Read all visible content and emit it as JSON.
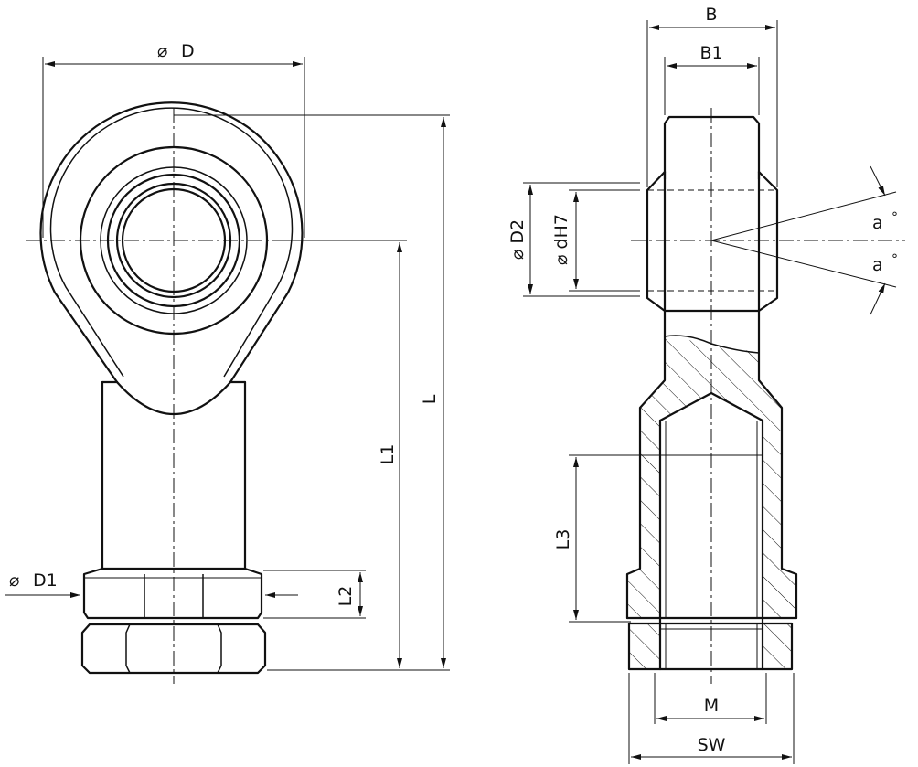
{
  "dimensions": {
    "diameter_d": "D",
    "diameter_d1": "D1",
    "diameter_d2": "D2",
    "bore": "dH7",
    "length_l": "L",
    "length_l1": "L1",
    "length_l2": "L2",
    "length_l3": "L3",
    "width_b": "B",
    "width_b1": "B1",
    "thread_m": "M",
    "wrench_sw": "SW",
    "angle_a": "a",
    "degree_symbol": "°",
    "diameter_symbol": "⌀"
  }
}
